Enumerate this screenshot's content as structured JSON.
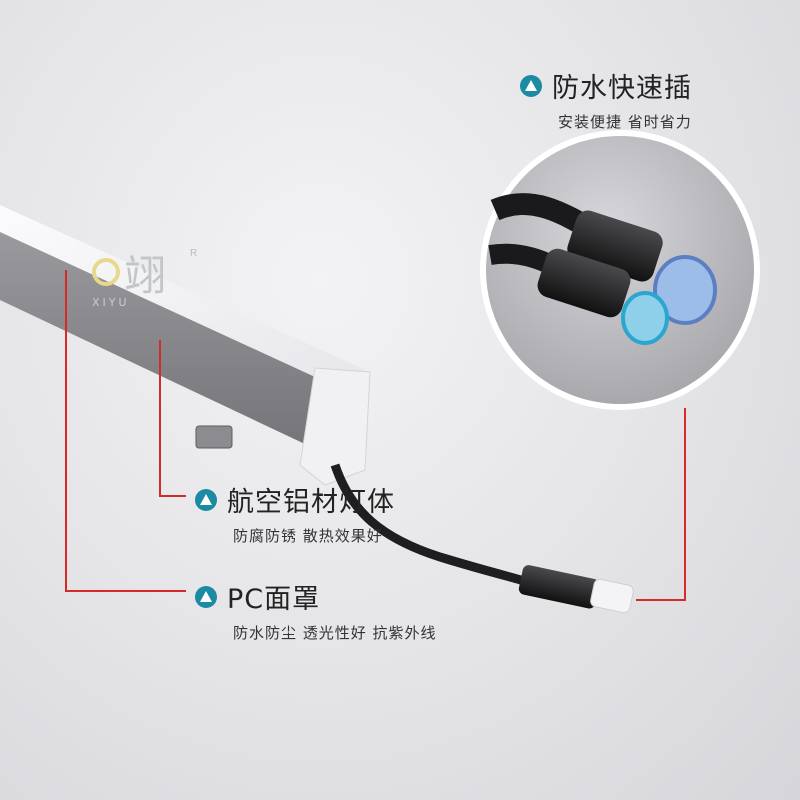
{
  "features": [
    {
      "title": "防水快速插",
      "subtitle": "安装便捷 省时省力",
      "icon": "triangle-marker-icon"
    },
    {
      "title": "航空铝材灯体",
      "subtitle": "防腐防锈 散热效果好",
      "icon": "triangle-marker-icon"
    },
    {
      "title": "PC面罩",
      "subtitle": "防水防尘 透光性好 抗紫外线",
      "icon": "triangle-marker-icon"
    }
  ],
  "logo": {
    "mark": "翊",
    "text": "XIYU",
    "registered": "R"
  },
  "colors": {
    "accent": "#1b8aa3",
    "callout_line": "#d42a2a"
  }
}
